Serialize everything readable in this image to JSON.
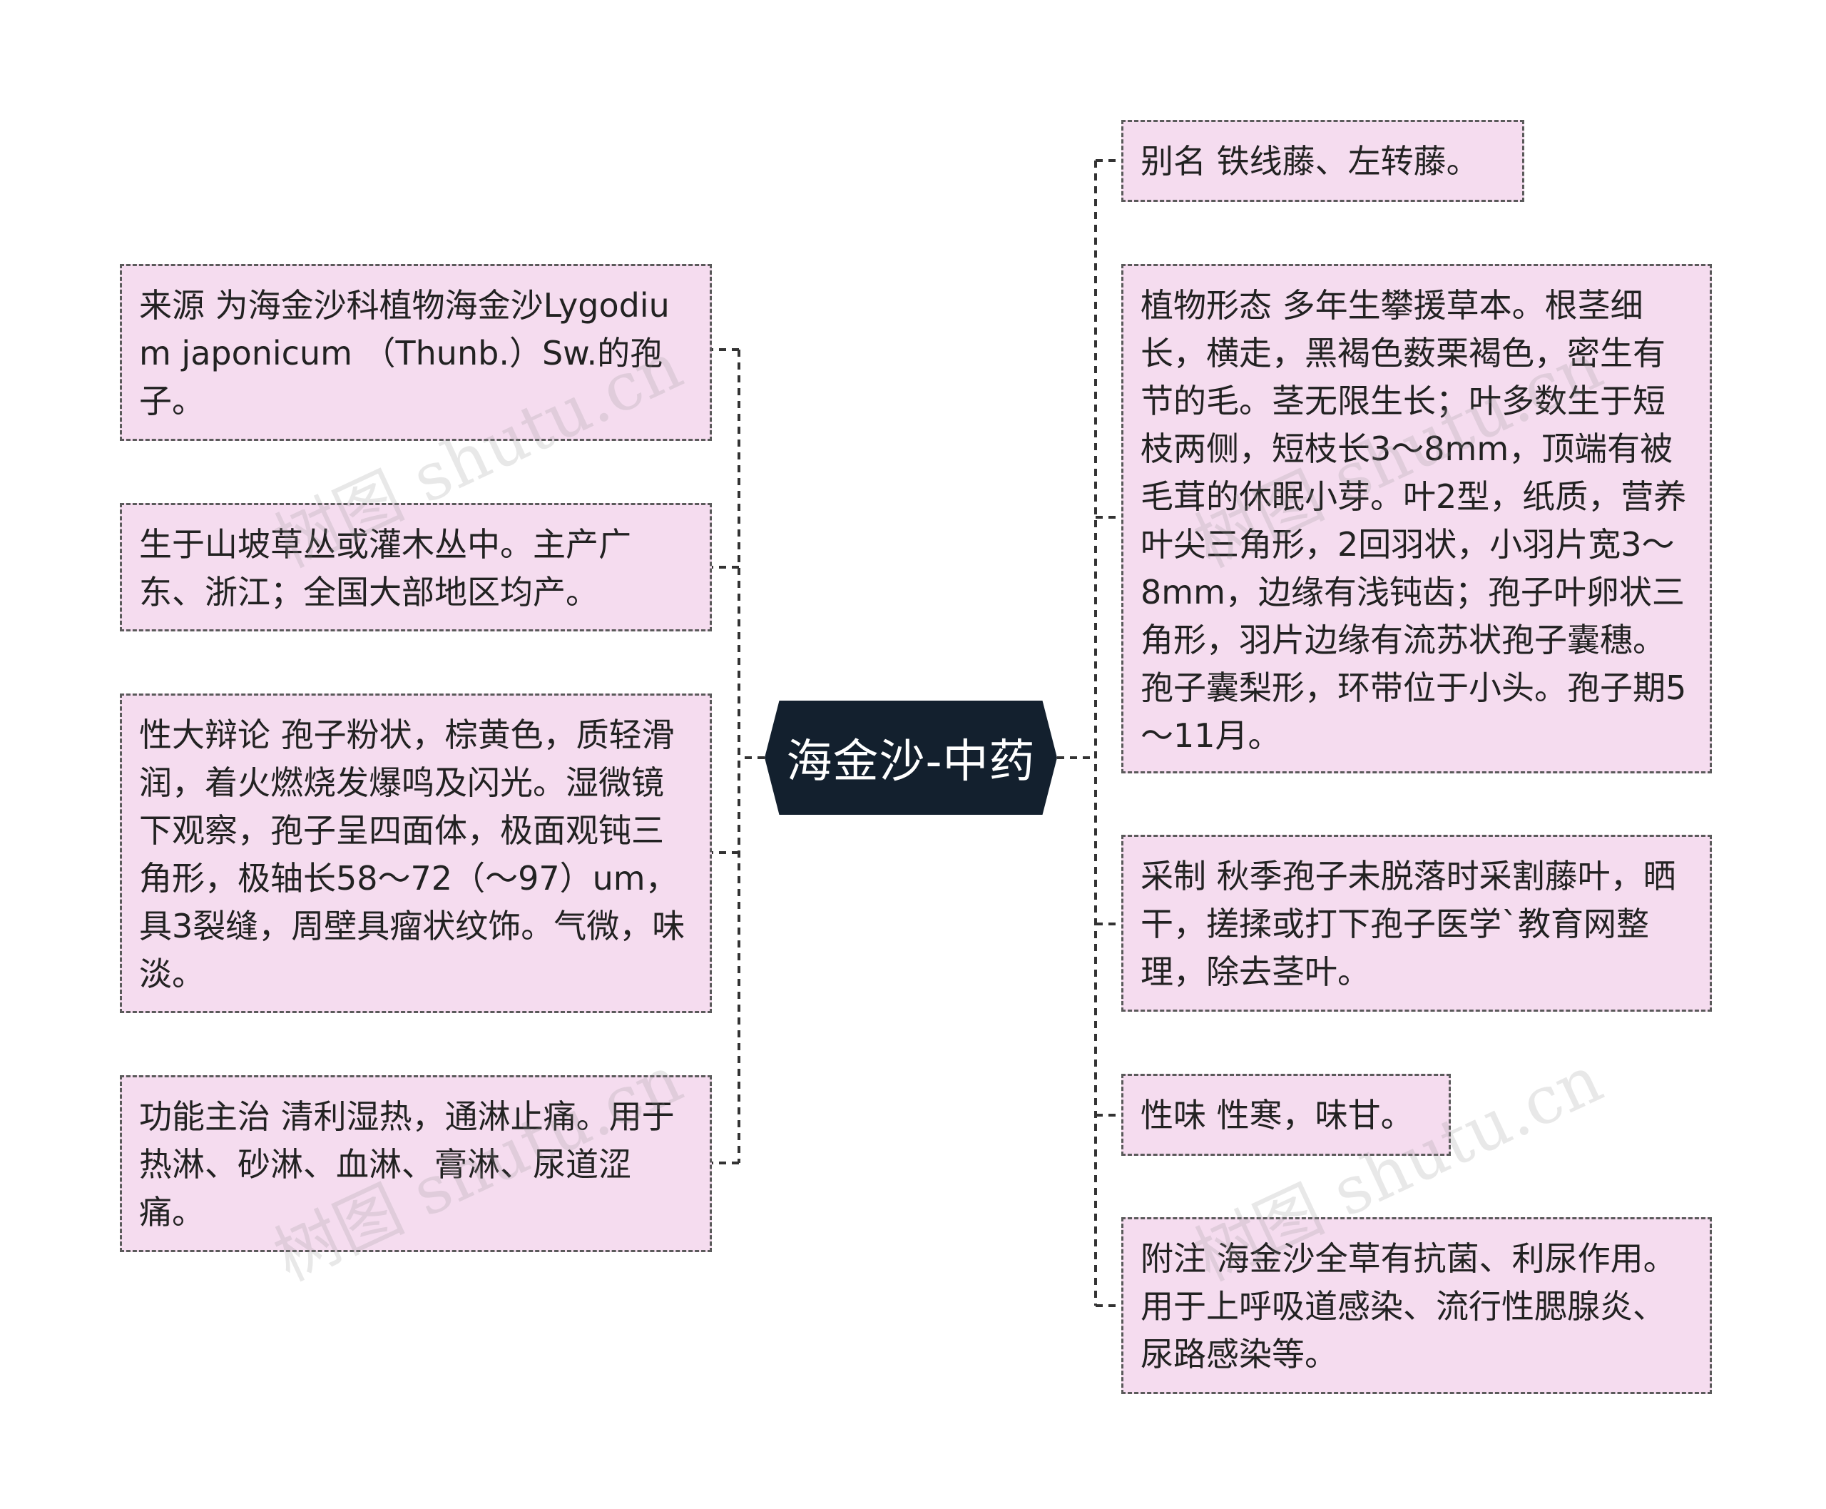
{
  "root": {
    "label": "海金沙-中药"
  },
  "left_nodes": [
    {
      "text": "来源 为海金沙科植物海金沙Lygodium japonicum （Thunb.）Sw.的孢子。"
    },
    {
      "text": "生于山坡草丛或灌木丛中。主产广东、浙江；全国大部地区均产。"
    },
    {
      "text": "性大辩论 孢子粉状，棕黄色，质轻滑润，着火燃烧发爆鸣及闪光。湿微镜下观察，孢子呈四面体，极面观钝三角形，极轴长58～72（～97）um，具3裂缝，周壁具瘤状纹饰。气微，味淡。"
    },
    {
      "text": "功能主治 清利湿热，通淋止痛。用于热淋、砂淋、血淋、膏淋、尿道涩痛。"
    }
  ],
  "right_nodes": [
    {
      "text": "别名 铁线藤、左转藤。"
    },
    {
      "text": "植物形态 多年生攀援草本。根茎细长，横走，黑褐色薮栗褐色，密生有节的毛。茎无限生长；叶多数生于短枝两侧，短枝长3～8mm，顶端有被毛茸的休眠小芽。叶2型，纸质，营养叶尖三角形，2回羽状，小羽片宽3～8mm，边缘有浅钝齿；孢子叶卵状三角形，羽片边缘有流苏状孢子囊穗。孢子囊梨形，环带位于小头。孢子期5～11月。"
    },
    {
      "text": "采制 秋季孢子未脱落时采割藤叶，晒干，搓揉或打下孢子医学`教育网整理，除去茎叶。"
    },
    {
      "text": "性味 性寒，味甘。"
    },
    {
      "text": "附注 海金沙全草有抗菌、利尿作用。用于上呼吸道感染、流行性腮腺炎、尿路感染等。"
    }
  ],
  "watermark": "树图 shutu.cn",
  "colors": {
    "node_fill": "#f5dcef",
    "node_border": "#5a5a5a",
    "root_fill": "#13202e",
    "root_text": "#ffffff",
    "connector": "#333333"
  }
}
